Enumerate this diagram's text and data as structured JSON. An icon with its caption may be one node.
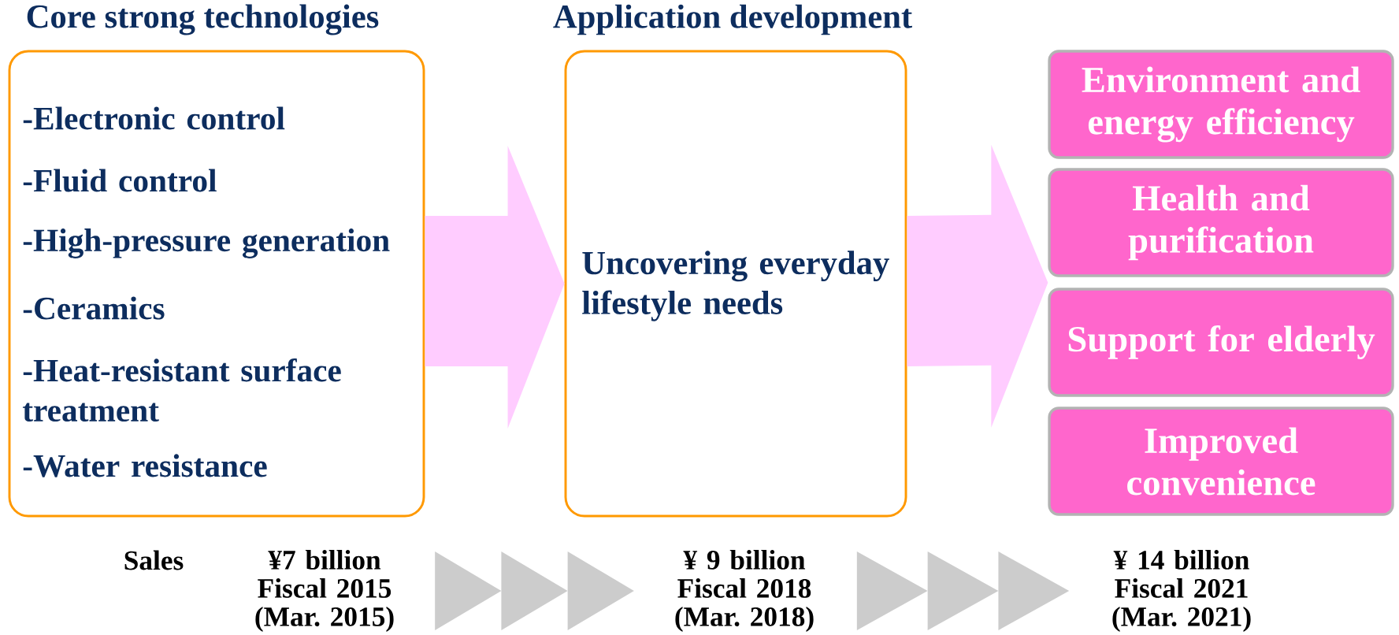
{
  "diagram": {
    "nodes": [
      {
        "text": [
          "Core strong technologies",
          "-Electronic control",
          "-Fluid control",
          "-High-pressure generation",
          "-Ceramics",
          "-Heat-resistant surface treatment",
          "-Water resistance"
        ]
      },
      {
        "text": [
          "Application development",
          "Uncovering everyday lifestyle needs"
        ]
      },
      {
        "text": [
          "Environment and energy efficiency"
        ]
      },
      {
        "text": [
          "Health and purification"
        ]
      },
      {
        "text": [
          "Support for elderly"
        ]
      },
      {
        "text": [
          "Improved convenience"
        ]
      },
      {
        "text": [
          "¥7 billion Fiscal 2015 (Mar. 2015)"
        ]
      },
      {
        "text": [
          "¥ 9 billion Fiscal 2018 (Mar. 2018)"
        ]
      },
      {
        "text": [
          "¥ 14 billion Fiscal 2021 (Mar. 2021)"
        ]
      }
    ],
    "edges": [
      {
        "from": 0,
        "to": 1,
        "arrow": "to",
        "color": "#ffccff"
      },
      {
        "from": 1,
        "to": 2,
        "arrow": "to",
        "color": "#ffccff"
      },
      {
        "from": 1,
        "to": 3,
        "arrow": "to",
        "color": "#ffccff"
      },
      {
        "from": 1,
        "to": 4,
        "arrow": "to",
        "color": "#ffccff"
      },
      {
        "from": 1,
        "to": 5,
        "arrow": "to",
        "color": "#ffccff"
      },
      {
        "from": 6,
        "to": 7,
        "arrow": "to",
        "color": "#cccccc"
      },
      {
        "from": 7,
        "to": 8,
        "arrow": "to",
        "color": "#cccccc"
      }
    ],
    "labels": [
      "Sales"
    ]
  }
}
